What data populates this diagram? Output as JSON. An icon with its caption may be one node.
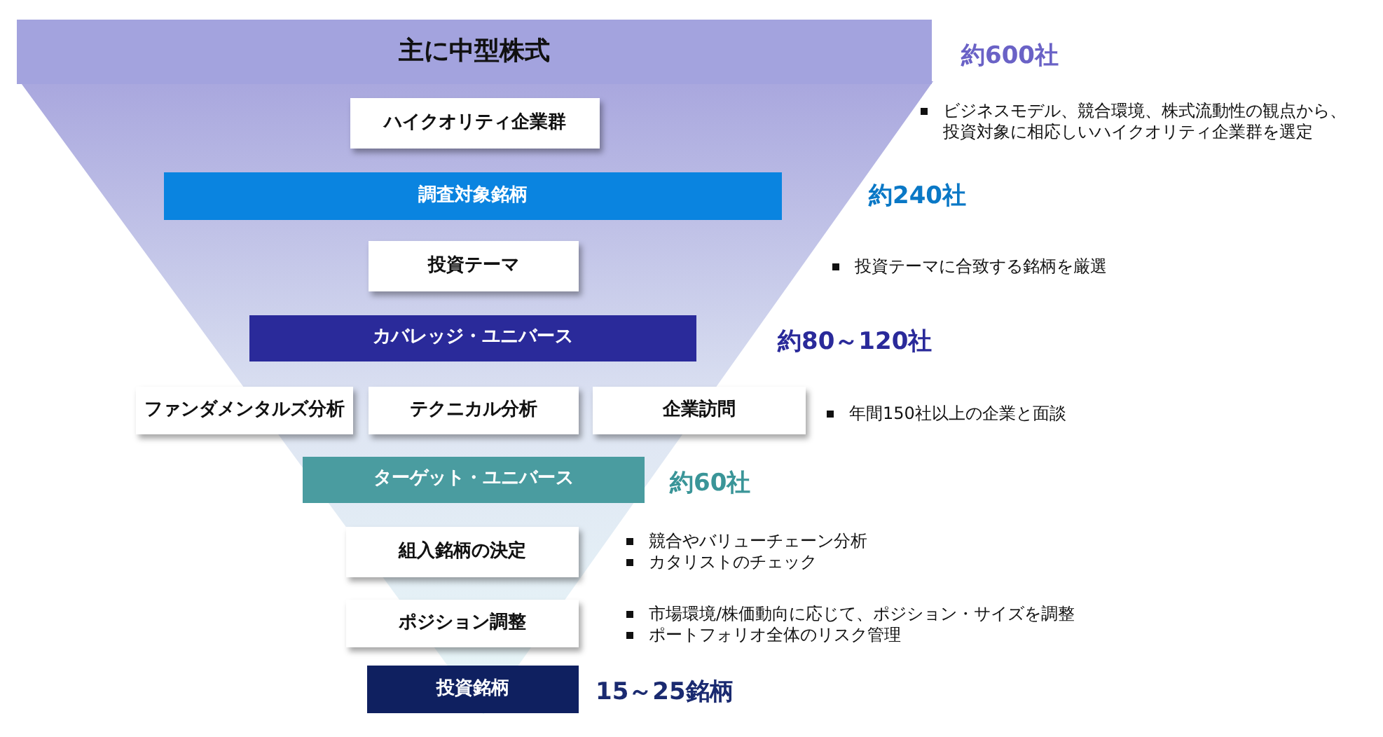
{
  "diagram": {
    "nodes": [
      {
        "text": [
          "主に中型株式"
        ],
        "beside": [
          "約600社"
        ]
      },
      {
        "text": [
          "ハイクオリティ企業群"
        ]
      },
      {
        "text": [
          "調査対象銘柄"
        ],
        "beside": [
          "約240社"
        ]
      },
      {
        "text": [
          "投資テーマ"
        ]
      },
      {
        "text": [
          "カバレッジ・ユニバース"
        ]
      },
      {
        "text": [
          "ファンダメンタルズ分析"
        ]
      },
      {
        "text": [
          "テクニカル分析"
        ]
      },
      {
        "text": [
          "企業訪問"
        ],
        "beside": [
          "年間150社以上の企業と面談"
        ]
      },
      {
        "text": [
          "ターゲット・ユニバース"
        ],
        "beside": [
          "約60社"
        ]
      },
      {
        "text": [
          "組入銘柄の決定"
        ],
        "beside": [
          "競合やバリューチェーン分析",
          "カタリストのチェック"
        ]
      },
      {
        "text": [
          "ポジション調整"
        ],
        "beside": [
          "市場環境/株価動向に応じて、ポジション・サイズを調整",
          "ポートフォリオ全体のリスク管理"
        ]
      },
      {
        "text": [
          "投資銘柄"
        ],
        "beside": [
          "15～25銘柄"
        ]
      }
    ],
    "labels": [
      "ビジネスモデル、競合環境、株式流動性の観点から、投資対象に相応しいハイクオリティ企業群を選定",
      "投資テーマに合致する銘柄を厳選",
      "約80～120社"
    ]
  }
}
